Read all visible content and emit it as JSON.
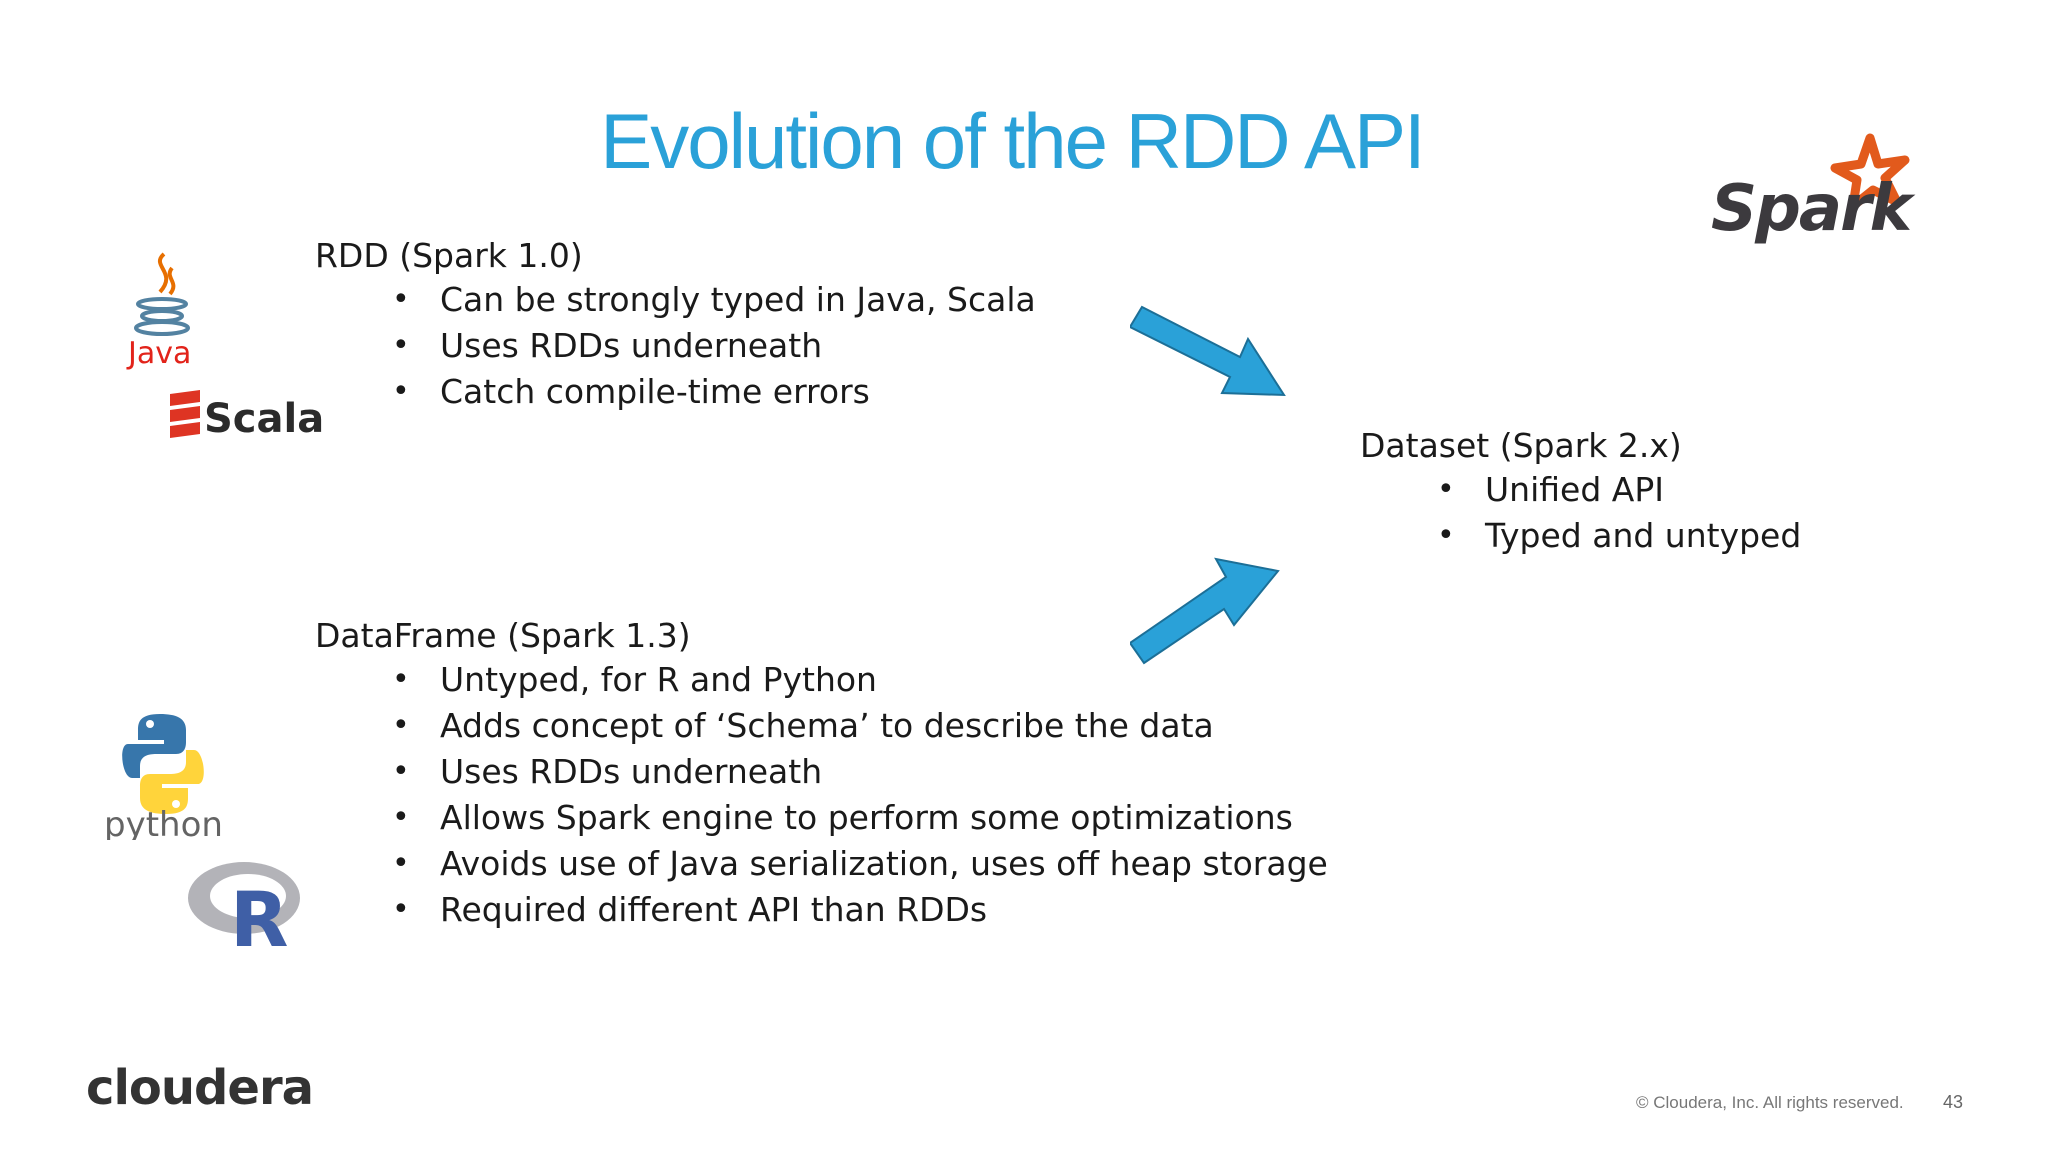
{
  "slide": {
    "title": "Evolution of the RDD API",
    "rdd": {
      "heading": "RDD (Spark 1.0)",
      "bullets": [
        "Can be strongly typed in Java, Scala",
        "Uses RDDs underneath",
        "Catch compile-time errors"
      ]
    },
    "dataframe": {
      "heading": "DataFrame (Spark 1.3)",
      "bullets": [
        "Untyped, for R and Python",
        "Adds concept of ‘Schema’ to describe the data",
        "Uses RDDs underneath",
        "Allows Spark engine to perform some optimizations",
        "Avoids use of Java serialization, uses off heap storage",
        "Required different API than RDDs"
      ]
    },
    "dataset": {
      "heading": "Dataset (Spark 2.x)",
      "bullets": [
        "Unified API",
        "Typed and untyped"
      ]
    },
    "bullet_symbol": "•"
  },
  "logos": {
    "java": "Java",
    "scala": "Scala",
    "python": "python",
    "r": "R",
    "spark": "Spark"
  },
  "footer": {
    "brand": "cloudera",
    "copyright": "© Cloudera, Inc. All rights reserved.",
    "page_number": "43"
  },
  "colors": {
    "title": "#2aa1d8",
    "arrow": "#2aa1d8",
    "spark_star": "#e25a1c"
  }
}
